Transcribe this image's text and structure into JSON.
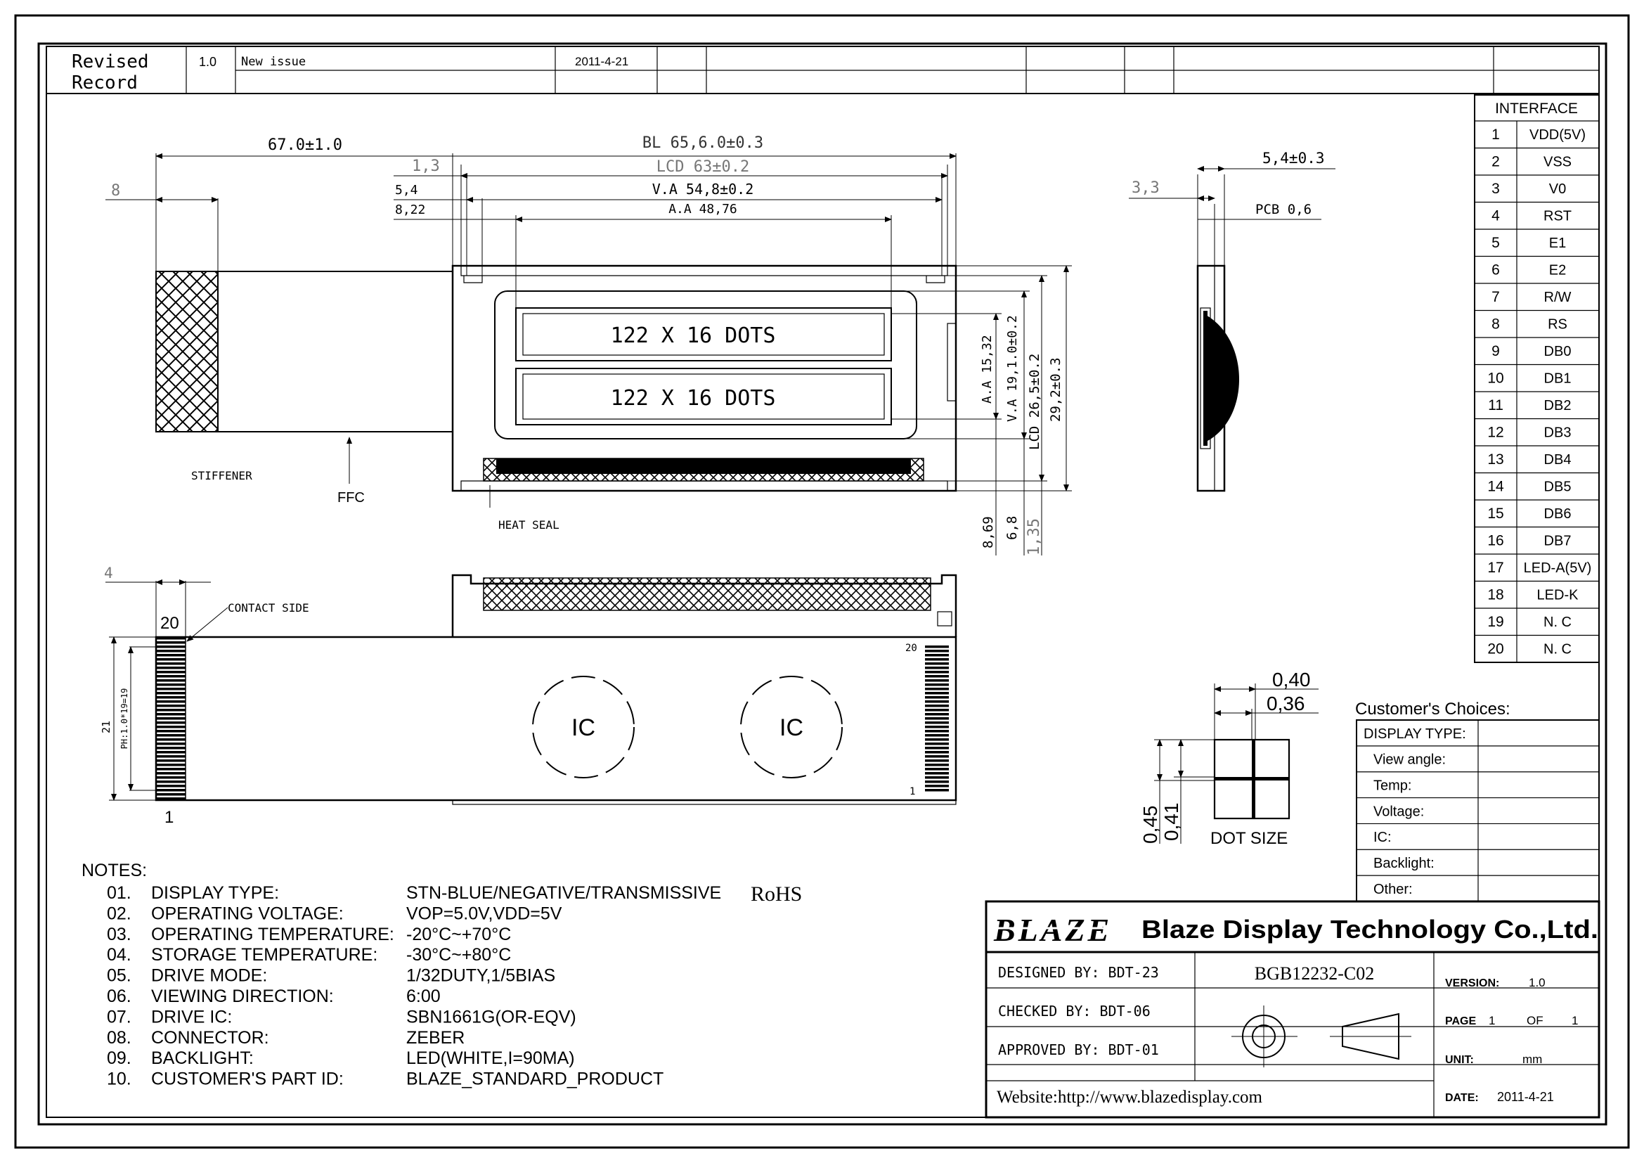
{
  "revision": {
    "title_line1": "Revised",
    "title_line2": "Record",
    "version": "1.0",
    "description": "New issue",
    "date": "2011-4-21"
  },
  "dimensions": {
    "overall_length": "67.0±1.0",
    "backlight": "BL  65,6.0±0.3",
    "lcd": "LCD  63±0.2",
    "viewing_area": "V.A  54,8±0.2",
    "active_area": "A.A 48,76",
    "d_8": "8",
    "d_1_3": "1,3",
    "d_5_4": "5,4",
    "d_8_22": "8,22",
    "aa_height": "A.A 15,32",
    "va_height": "V.A 19,1.0±0.2",
    "lcd_height": "LCD 26,5±0.2",
    "total_height": "29,2±0.3",
    "d_8_69": "8,69",
    "d_6_8": "6,8",
    "d_1_35": "1,35",
    "thickness": "5,4±0.3",
    "d_3_3": "3,3",
    "pcb": "PCB 0,6",
    "d_4": "4",
    "pin_span": "21",
    "pitch": "PH:1.0*19=19"
  },
  "labels": {
    "dots_line1": "122 X 16 DOTS",
    "dots_line2": "122 X 16 DOTS",
    "stiffener": "STIFFENER",
    "ffc": "FFC",
    "heat_seal": "HEAT SEAL",
    "contact_side": "CONTACT SIDE",
    "pin_20": "20",
    "pin_1": "1",
    "ic": "IC",
    "dot_size": "DOT SIZE",
    "dot_w1": "0,40",
    "dot_w2": "0,36",
    "dot_h1": "0,45",
    "dot_h2": "0,41"
  },
  "interface": {
    "title": "INTERFACE",
    "pins": [
      {
        "no": "1",
        "name": "VDD(5V)"
      },
      {
        "no": "2",
        "name": "VSS"
      },
      {
        "no": "3",
        "name": "V0"
      },
      {
        "no": "4",
        "name": "RST"
      },
      {
        "no": "5",
        "name": "E1"
      },
      {
        "no": "6",
        "name": "E2"
      },
      {
        "no": "7",
        "name": "R/W"
      },
      {
        "no": "8",
        "name": "RS"
      },
      {
        "no": "9",
        "name": "DB0"
      },
      {
        "no": "10",
        "name": "DB1"
      },
      {
        "no": "11",
        "name": "DB2"
      },
      {
        "no": "12",
        "name": "DB3"
      },
      {
        "no": "13",
        "name": "DB4"
      },
      {
        "no": "14",
        "name": "DB5"
      },
      {
        "no": "15",
        "name": "DB6"
      },
      {
        "no": "16",
        "name": "DB7"
      },
      {
        "no": "17",
        "name": "LED-A(5V)"
      },
      {
        "no": "18",
        "name": "LED-K"
      },
      {
        "no": "19",
        "name": "N. C"
      },
      {
        "no": "20",
        "name": "N. C"
      }
    ]
  },
  "customer": {
    "title": "Customer's Choices:",
    "rows": [
      "DISPLAY TYPE:",
      "View angle:",
      "Temp:",
      "Voltage:",
      "IC:",
      "Backlight:",
      "Other:"
    ]
  },
  "notes": {
    "title": "NOTES:",
    "items": [
      {
        "no": "01.",
        "label": "DISPLAY TYPE:",
        "value": "STN-BLUE/NEGATIVE/TRANSMISSIVE"
      },
      {
        "no": "02.",
        "label": "OPERATING VOLTAGE:",
        "value": "VOP=5.0V,VDD=5V"
      },
      {
        "no": "03.",
        "label": "OPERATING TEMPERATURE:",
        "value": "-20°C~+70°C"
      },
      {
        "no": "04.",
        "label": "STORAGE TEMPERATURE:",
        "value": "-30°C~+80°C"
      },
      {
        "no": "05.",
        "label": "DRIVE MODE:",
        "value": "1/32DUTY,1/5BIAS"
      },
      {
        "no": "06.",
        "label": "VIEWING DIRECTION:",
        "value": "6:00"
      },
      {
        "no": "07.",
        "label": "DRIVE IC:",
        "value": "SBN1661G(OR-EQV)"
      },
      {
        "no": "08.",
        "label": "CONNECTOR:",
        "value": "ZEBER"
      },
      {
        "no": "09.",
        "label": "BACKLIGHT:",
        "value": "LED(WHITE,I=90MA)"
      },
      {
        "no": "10.",
        "label": "CUSTOMER'S PART ID:",
        "value": "BLAZE_STANDARD_PRODUCT"
      }
    ],
    "rohs": "RoHS"
  },
  "title_block": {
    "logo": "BLAZE",
    "company": "Blaze Display Technology Co.,Ltd.",
    "designed": "DESIGNED BY: BDT-23",
    "checked": "CHECKED BY: BDT-06",
    "approved": "APPROVED BY: BDT-01",
    "part_no": "BGB12232-C02",
    "version_label": "VERSION:",
    "version_value": "1.0",
    "page_label": "PAGE",
    "page_no": "1",
    "page_of": "OF",
    "page_total": "1",
    "unit_label": "UNIT:",
    "unit_value": "mm",
    "date_label": "DATE:",
    "date_value": "2011-4-21",
    "website": "Website:http://www.blazedisplay.com"
  }
}
